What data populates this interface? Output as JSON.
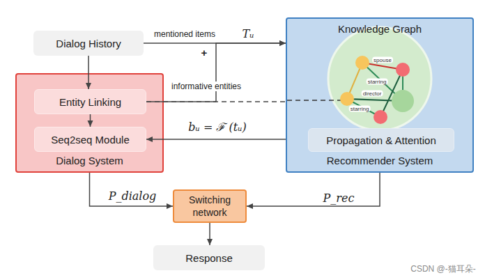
{
  "diagram": {
    "nodes": [
      {
        "text": [
          "Dialog History"
        ]
      },
      {
        "text": [
          "Dialog System"
        ]
      },
      {
        "text": [
          "Entity Linking"
        ],
        "in": 1
      },
      {
        "text": [
          "Seq2seq Module"
        ],
        "in": 1
      },
      {
        "text": [
          "Knowledge Graph",
          "Recommender System"
        ]
      },
      {
        "text": [
          "Propagation & Attention"
        ],
        "in": 4
      },
      {
        "text": [
          "Switching network"
        ]
      },
      {
        "text": [
          "Response"
        ]
      }
    ],
    "edges": [
      {
        "from": 0,
        "to": 2,
        "arrow": "to"
      },
      {
        "from": 2,
        "to": 3,
        "arrow": "to"
      },
      {
        "from": 0,
        "to": 4,
        "label": "mentioned items",
        "arrow": "to"
      },
      {
        "from": 2,
        "to": 4,
        "label": "informative entities",
        "arrow": "to"
      },
      {
        "from": 2,
        "to": 4,
        "arrow": "none"
      },
      {
        "from": 4,
        "to": 3,
        "label": "bᵤ = ℱ (tᵤ)",
        "arrow": "to"
      },
      {
        "from": 1,
        "to": 6,
        "label": "P_dialog",
        "arrow": "to"
      },
      {
        "from": 4,
        "to": 6,
        "label": "P_rec",
        "arrow": "to"
      },
      {
        "from": 6,
        "to": 7,
        "arrow": "to"
      }
    ],
    "labels": [
      "Tᵤ",
      "+",
      "spouse",
      "starring",
      "director",
      "starring",
      "CSDN @-猫耳朵-"
    ]
  }
}
